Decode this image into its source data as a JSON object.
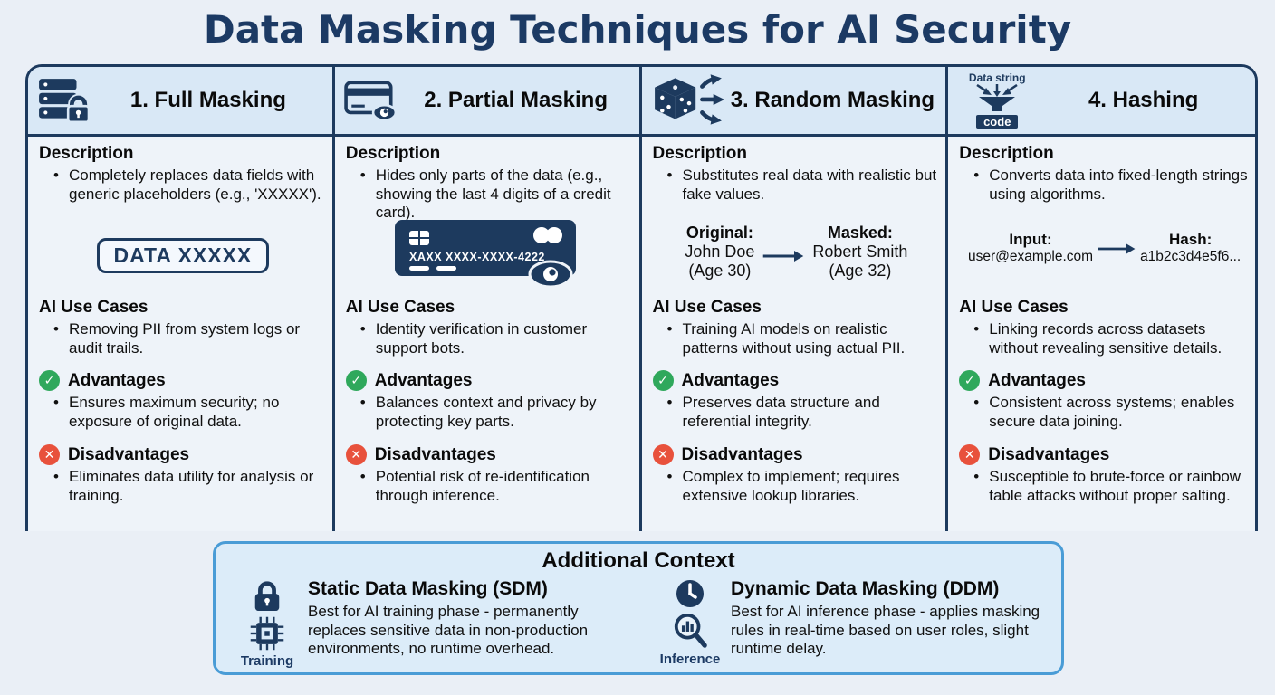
{
  "title": "Data Masking Techniques for AI Security",
  "colors": {
    "navy": "#1d3a5e",
    "header_bg": "#d9e8f6",
    "cell_bg": "#eef3f9",
    "page_bg": "#eaeff6",
    "advantage_green": "#2fa85c",
    "disadvantage_red": "#e8513c",
    "context_border": "#4a9cd6",
    "context_bg": "#dcecf9"
  },
  "section_headings": {
    "description": "Description",
    "use_cases": "AI Use Cases",
    "advantages": "Advantages",
    "disadvantages": "Disadvantages"
  },
  "status_icons": {
    "check": "✓",
    "cross": "✕"
  },
  "columns": [
    {
      "title": "1. Full Masking",
      "icon": "server-lock-icon",
      "description": "Completely replaces data fields with generic placeholders (e.g., 'XXXXX').",
      "visual_badge": "DATA XXXXX",
      "use_case": "Removing PII from system logs or audit trails.",
      "advantage": "Ensures maximum security; no exposure of original data.",
      "disadvantage": "Eliminates data utility for analysis or training."
    },
    {
      "title": "2. Partial Masking",
      "icon": "credit-card-eye-icon",
      "description": "Hides only parts of the data (e.g., showing the last 4 digits of a credit card).",
      "card_number": "XAXX XXXX-XXXX-4222",
      "use_case": "Identity verification in customer support bots.",
      "advantage": "Balances context and privacy by protecting key parts.",
      "disadvantage": "Potential risk of re-identification through inference."
    },
    {
      "title": "3. Random Masking",
      "icon": "dice-arrows-icon",
      "description": "Substitutes real data with realistic but fake values.",
      "example": {
        "original_label": "Original:",
        "original_name": "John Doe",
        "original_age": "(Age 30)",
        "masked_label": "Masked:",
        "masked_name": "Robert Smith",
        "masked_age": "(Age 32)"
      },
      "use_case": "Training AI models on realistic patterns without using actual PII.",
      "advantage": "Preserves data structure and referential integrity.",
      "disadvantage": "Complex to implement; requires extensive lookup libraries."
    },
    {
      "title": "4. Hashing",
      "icon": "funnel-hash-icon",
      "icon_top_label": "Data string",
      "icon_bottom_label": "code",
      "description": "Converts data into fixed-length strings using algorithms.",
      "example": {
        "input_label": "Input:",
        "input_value": "user@example.com",
        "hash_label": "Hash:",
        "hash_value": "a1b2c3d4e5f6..."
      },
      "use_case": "Linking records across datasets without revealing sensitive details.",
      "advantage": "Consistent across systems; enables secure data joining.",
      "disadvantage": "Susceptible to brute-force or rainbow table attacks without proper salting."
    }
  ],
  "additional_context": {
    "title": "Additional Context",
    "items": [
      {
        "heading": "Static Data Masking (SDM)",
        "body": "Best for AI training phase - permanently replaces sensitive data in non-production environments, no runtime overhead.",
        "icon_label": "Training",
        "icons": [
          "lock-icon",
          "chip-icon"
        ]
      },
      {
        "heading": "Dynamic Data Masking (DDM)",
        "body": "Best for AI inference phase - applies masking rules in real-time based on user roles, slight runtime delay.",
        "icon_label": "Inference",
        "icons": [
          "clock-icon",
          "magnifier-chart-icon"
        ]
      }
    ]
  }
}
